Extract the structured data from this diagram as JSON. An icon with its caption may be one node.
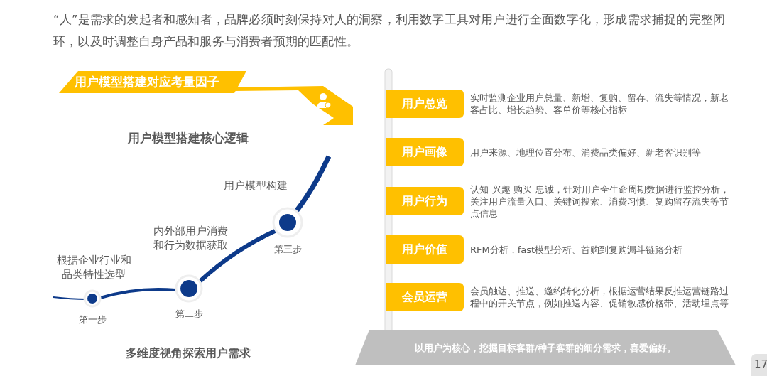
{
  "diagram": {
    "nodes": [
      {
        "text": [
          "用户模型搭建对应考量因子"
        ]
      },
      {
        "text": [
          "第一步"
        ],
        "beside": [
          "根据企业行业和品类特性选型"
        ]
      },
      {
        "text": [
          "第二步"
        ],
        "beside": [
          "内外部用户消费和行为数据获取"
        ]
      },
      {
        "text": [
          "第三步"
        ],
        "beside": [
          "用户模型构建"
        ]
      },
      {
        "text": [
          "用户总览"
        ],
        "beside": [
          "实时监测企业用户总量、新增、复购、留存、流失等情况，新老客占比、增长趋势、客单价等核心指标"
        ]
      },
      {
        "text": [
          "用户画像"
        ],
        "beside": [
          "用户来源、地理位置分布、消费品类偏好、新老客识别等"
        ]
      },
      {
        "text": [
          "用户行为"
        ],
        "beside": [
          "认知-兴趣-购买-忠诚，针对用户全生命周期数据进行监控分析，关注用户流量入口、关键词搜索、消费习惯、复购留存流失等节点信息"
        ]
      },
      {
        "text": [
          "用户价值"
        ],
        "beside": [
          "RFM分析，fast模型分析、首购到复购漏斗链路分析"
        ]
      },
      {
        "text": [
          "会员运营"
        ],
        "beside": [
          "会员触达、推送、邀约转化分析，根据运营结果反推运营链路过程中的开关节点，例如推送内容、促销敏感价格带、活动埋点等"
        ]
      },
      {
        "text": [
          "以用户为核心，挖掘目标客群/种子客群的细分需求，喜爱偏好。"
        ]
      }
    ],
    "edges": [
      {
        "from": 1,
        "to": 2,
        "arrow": "none"
      },
      {
        "from": 2,
        "to": 3,
        "arrow": "none"
      }
    ],
    "labels": [
      "“人”是需求的发起者和感知者，品牌必须时刻保持对人的洞察，利用数字工具对用户进行全面数字化，形成需求捕捉的完整闭环，以及时调整自身产品和服务与消费者预期的匹配性。",
      "用户模型搭建核心逻辑",
      "多维度视角探索用户需求",
      "17"
    ]
  }
}
